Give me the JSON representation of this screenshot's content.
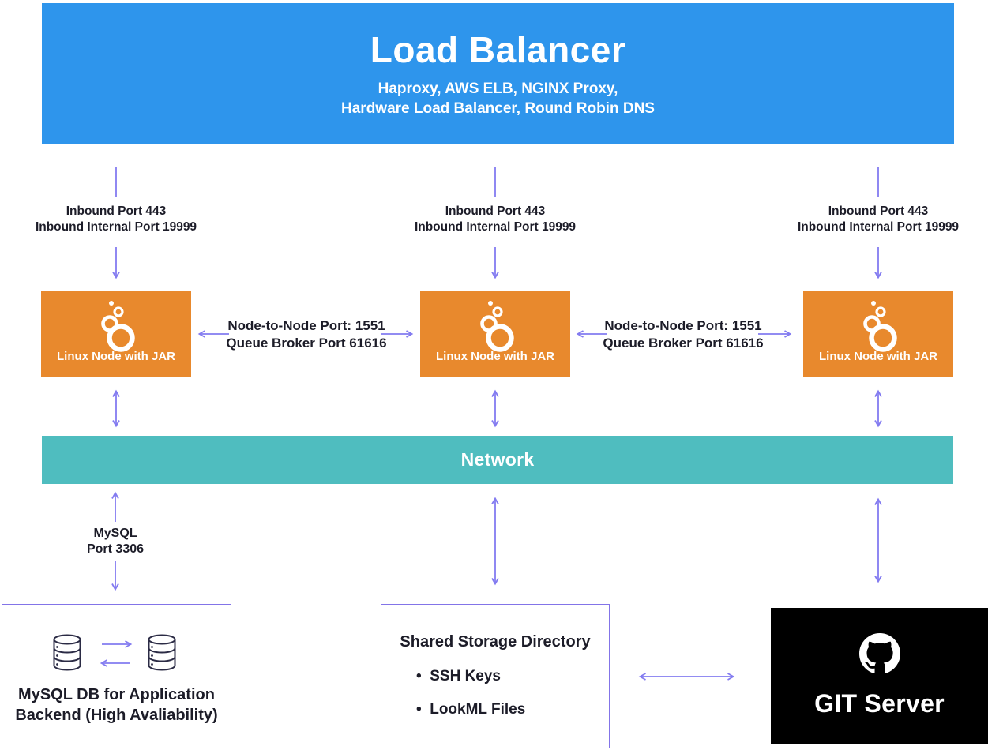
{
  "colors": {
    "blue": "#2E95EC",
    "orange": "#E8892D",
    "teal": "#4FBDBF",
    "arrow": "#837BF0",
    "box-border": "#8374E8",
    "git-bg": "#000000",
    "text": "#1C1C28",
    "db-stroke": "#2B2B45"
  },
  "load_balancer": {
    "title": "Load Balancer",
    "subtitle_line1": "Haproxy, AWS ELB, NGINX Proxy,",
    "subtitle_line2": "Hardware Load Balancer, Round Robin DNS"
  },
  "inbound": {
    "line1": "Inbound Port 443",
    "line2": "Inbound Internal Port 19999"
  },
  "node": {
    "label": "Linux Node with JAR",
    "icon": "looker-icon"
  },
  "node_to_node": {
    "line1": "Node-to-Node Port: 1551",
    "line2": "Queue Broker Port 61616"
  },
  "network": {
    "label": "Network"
  },
  "mysql_link": {
    "line1": "MySQL",
    "line2": "Port 3306"
  },
  "mysql_db": {
    "line1": "MySQL DB for Application",
    "line2": "Backend (High Avaliability)",
    "icon": "database-icon"
  },
  "storage": {
    "title": "Shared Storage Directory",
    "items": [
      "SSH Keys",
      "LookML Files"
    ]
  },
  "git": {
    "label": "GIT Server",
    "icon": "github-icon"
  }
}
